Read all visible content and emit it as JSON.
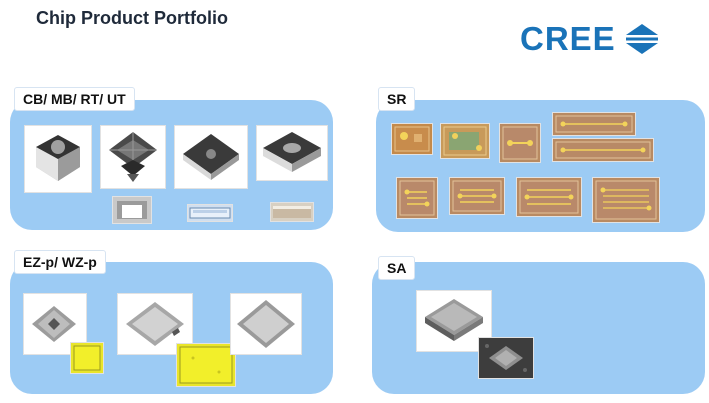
{
  "title": "Chip Product Portfolio",
  "logo": {
    "text": "CREE",
    "color": "#1a73b8",
    "mark": "cree-arrows-icon"
  },
  "panels": {
    "cb": {
      "label": "CB/ MB/ RT/ UT"
    },
    "sr": {
      "label": "SR"
    },
    "ez": {
      "label": "EZ-p/ WZ-p"
    },
    "sa": {
      "label": "SA"
    }
  },
  "colors": {
    "panel": "#9ccbf4",
    "accent_yellow": "#f2ef2a"
  }
}
